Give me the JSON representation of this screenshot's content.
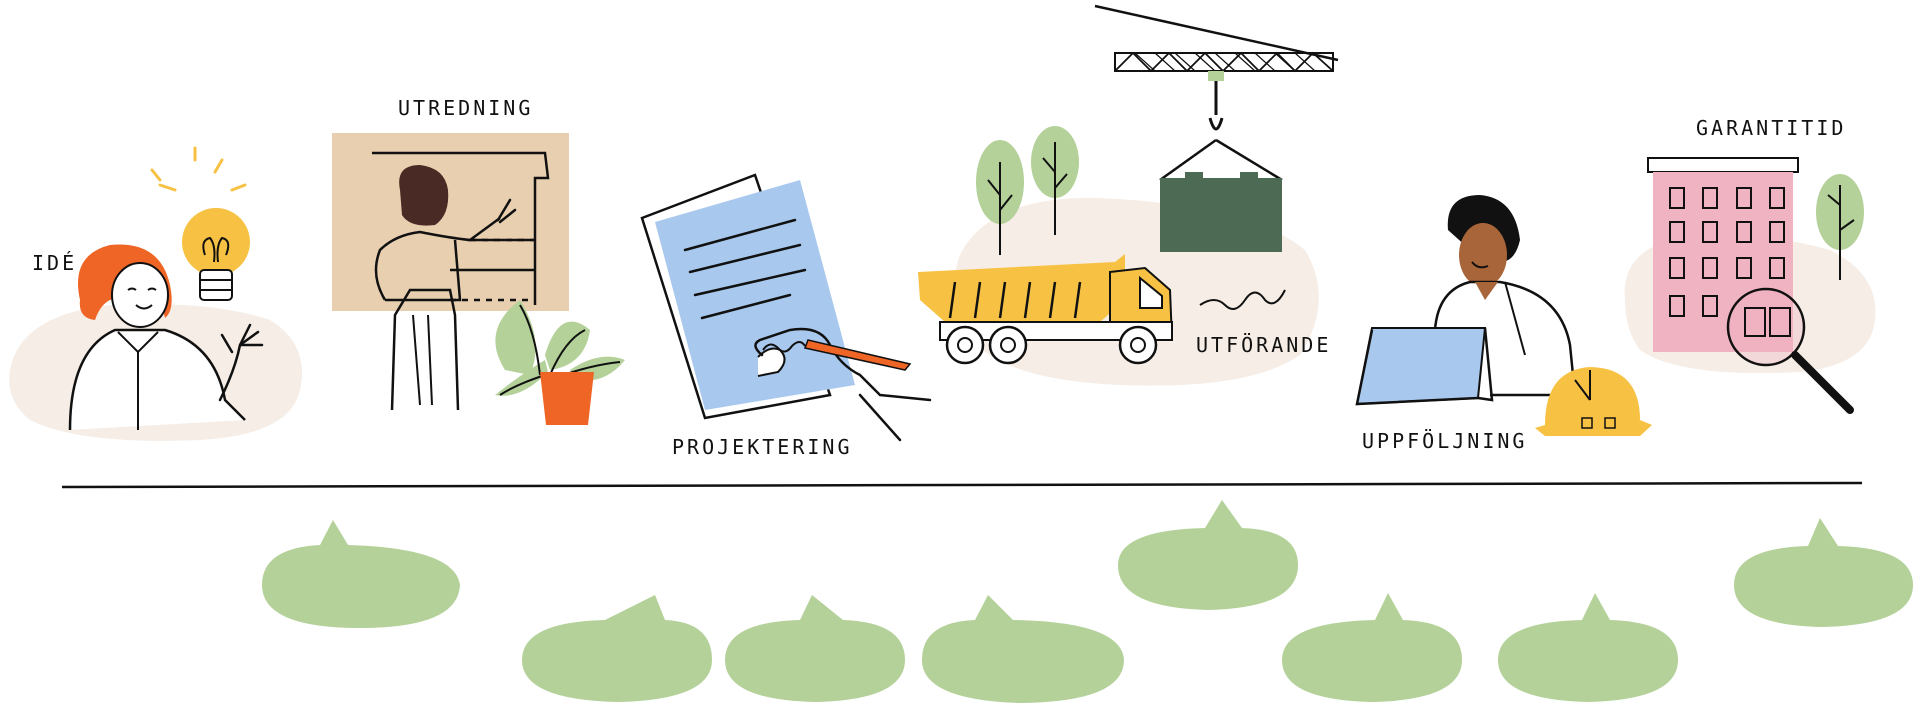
{
  "stages": [
    {
      "id": "ide",
      "label": "IDÉ"
    },
    {
      "id": "utredning",
      "label": "UTREDNING"
    },
    {
      "id": "projektering",
      "label": "PROJEKTERING"
    },
    {
      "id": "utforande",
      "label": "UTFÖRANDE"
    },
    {
      "id": "uppfoljning",
      "label": "UPPFÖLJNING"
    },
    {
      "id": "garantitid",
      "label": "GARANTITID"
    }
  ],
  "colors": {
    "ink": "#111111",
    "blob": "#f5ede6",
    "green_bubble": "#b3d198",
    "bulb": "#f7c244",
    "hair_orange": "#ee6526",
    "board": "#e8cfb0",
    "pot": "#ee6526",
    "paper_blue": "#a9c8ee",
    "truck_yellow": "#f7c244",
    "container_green": "#4d6a54",
    "building_pink": "#f0b3c1",
    "laptop_blue": "#a9c8ee",
    "helmet_yellow": "#f7c244",
    "skin_dark": "#a9653a",
    "tree_green": "#b3d198"
  },
  "icons": [
    "lightbulb-icon",
    "plant-icon",
    "pen-icon",
    "truck-icon",
    "crane-icon",
    "helmet-icon",
    "magnifier-icon",
    "building-icon",
    "tree-icon"
  ]
}
